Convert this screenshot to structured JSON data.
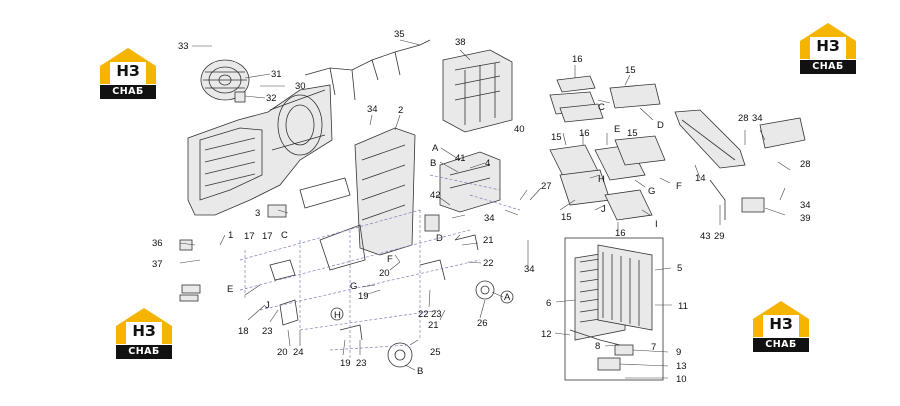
{
  "brand": {
    "mark": "НЗ",
    "subtitle": "СНАБ",
    "accent": "#f4b400",
    "dark": "#111111"
  },
  "callouts": [
    "33",
    "35",
    "38",
    "16",
    "15",
    "31",
    "30",
    "32",
    "34",
    "40",
    "2",
    "C",
    "E",
    "D",
    "28",
    "34",
    "15",
    "16",
    "15",
    "A",
    "41",
    "B",
    "4",
    "H",
    "F",
    "14",
    "G",
    "28",
    "34",
    "27",
    "42",
    "3",
    "34",
    "15",
    "J",
    "16",
    "I",
    "43",
    "29",
    "39",
    "1",
    "36",
    "37",
    "17",
    "17",
    "C",
    "D",
    "21",
    "22",
    "20",
    "F",
    "G",
    "19",
    "E",
    "23",
    "22",
    "21",
    "18",
    "23",
    "J",
    "20",
    "24",
    "H",
    "19",
    "23",
    "25",
    "B",
    "26",
    "A",
    "5",
    "6",
    "11",
    "12",
    "7",
    "8",
    "9",
    "13",
    "10",
    "34"
  ]
}
